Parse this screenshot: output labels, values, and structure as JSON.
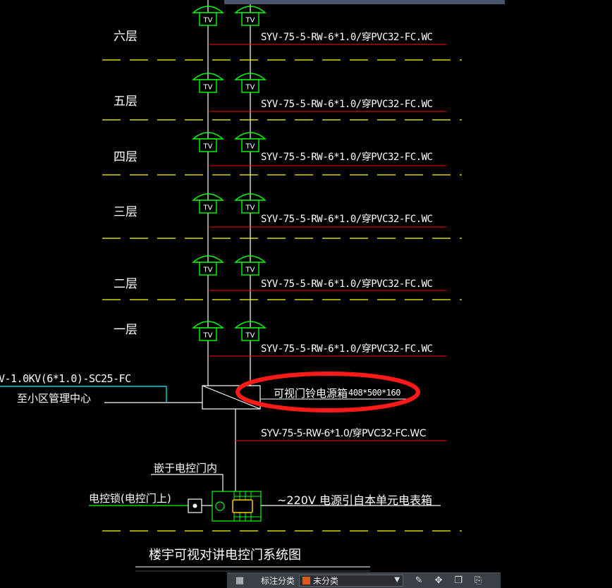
{
  "floors": [
    {
      "label": "六层",
      "cable": "SYV-75-5-RW-6*1.0/穿PVC32-FC.WC"
    },
    {
      "label": "五层",
      "cable": "SYV-75-5-RW-6*1.0/穿PVC32-FC.WC"
    },
    {
      "label": "四层",
      "cable": "SYV-75-5-RW-6*1.0/穿PVC32-FC.WC"
    },
    {
      "label": "三层",
      "cable": "SYV-75-5-RW-6*1.0/穿PVC32-FC.WC"
    },
    {
      "label": "二层",
      "cable": "SYV-75-5-RW-6*1.0/穿PVC32-FC.WC"
    },
    {
      "label": "一层",
      "cable": "SYV-75-5-RW-6*1.0/穿PVC32-FC.WC"
    }
  ],
  "tv_label": "TV",
  "incoming_cable": "V-1.0KV(6*1.0)-SC25-FC",
  "to_center": "至小区管理中心",
  "power_box_label": "可视门铃电源箱",
  "power_box_size": "408*500*160",
  "lower_cable": "SYV-75-5-RW-6*1.0/穿PVC32-FC.WC",
  "embedded_label": "嵌于电控门内",
  "lock_label": "电控锁(电控门上)",
  "power_source": "~220V 电源引自本单元电表箱",
  "diagram_title": "楼宇可视对讲电控门系统图",
  "toolbar": {
    "label": "标注分类",
    "selected": "未分类"
  },
  "colors": {
    "line_white": "#ffffff",
    "line_green": "#00ff00",
    "line_red": "#ff0000",
    "line_cyan": "#00ffff",
    "dash_yellow": "#ffff00",
    "highlight_red": "#ff1a1a"
  }
}
